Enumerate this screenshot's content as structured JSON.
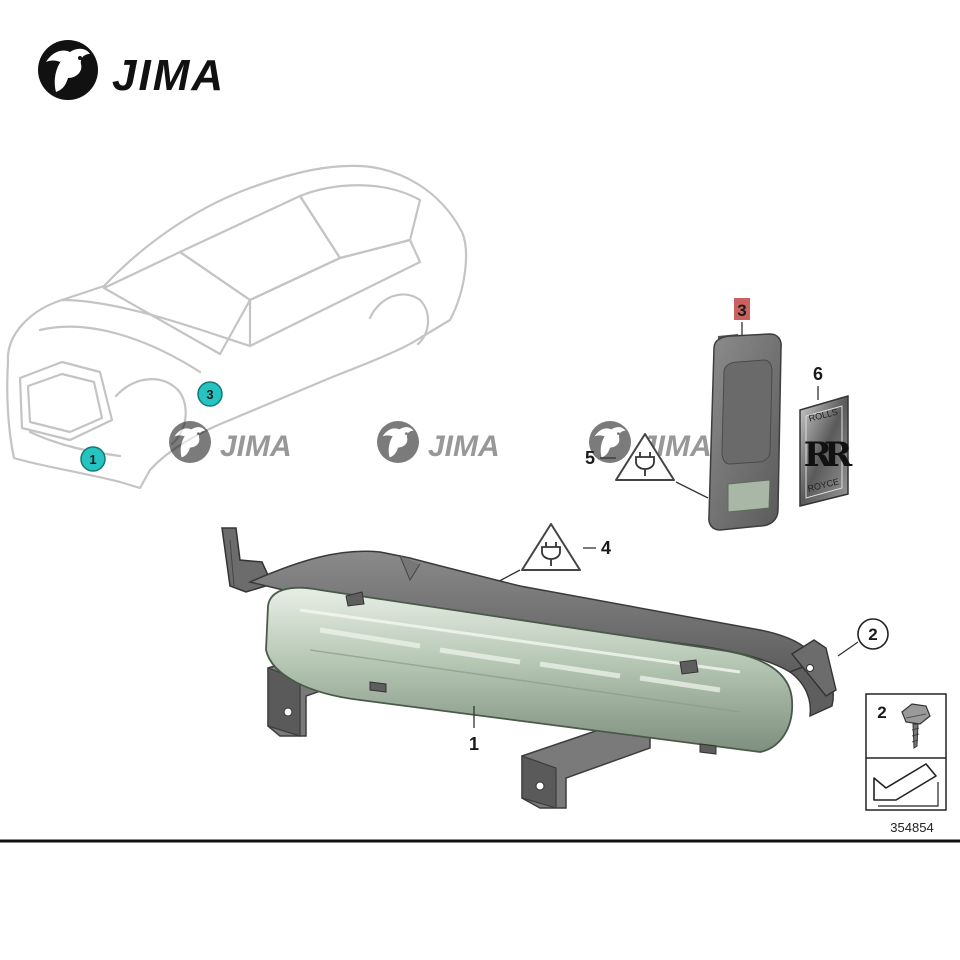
{
  "brand": {
    "name": "JIMA",
    "watermark_text": "JIMA"
  },
  "emblem": {
    "top": "ROLLS",
    "bottom": "ROYCE",
    "monogram": "RR"
  },
  "callouts": {
    "car_1": "1",
    "car_3": "3",
    "part_1": "1",
    "part_2": "2",
    "part_3": "3",
    "part_4": "4",
    "part_5": "5",
    "part_6": "6",
    "inset_2": "2"
  },
  "diagram_number": "354854",
  "colors": {
    "teal_marker": "#25c4c0",
    "highlight_3": "#c9625e",
    "part_dark": "#6d6d6d",
    "lens_green": "#a9bba9",
    "car_outline": "#c4c4c4"
  },
  "icons": {
    "electrical_warning": "electrical-plug-warning-icon",
    "screw": "screw-icon",
    "direction_arrow": "arrow-icon",
    "horse": "horse-head-icon"
  }
}
